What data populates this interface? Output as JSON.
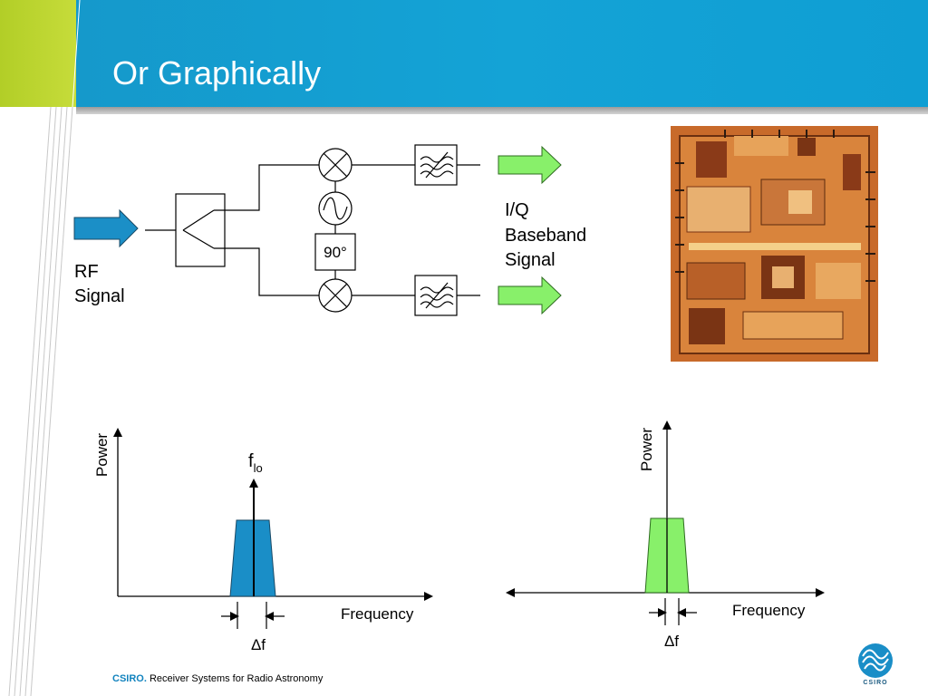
{
  "slide": {
    "title": "Or Graphically",
    "footer_brand": "CSIRO.",
    "footer_text": "Receiver Systems for Radio Astronomy",
    "logo_text": "CSIRO"
  },
  "diagram": {
    "input_label_1": "RF",
    "input_label_2": "Signal",
    "output_label_1": "I/Q",
    "output_label_2": "Baseband",
    "output_label_3": "Signal",
    "phase_shift": "90°"
  },
  "plots": {
    "left": {
      "ylabel": "Power",
      "xlabel": "Frequency",
      "marker_label": "f",
      "marker_sub": "lo",
      "width_label": "Δf"
    },
    "right": {
      "ylabel": "Power",
      "xlabel": "Frequency",
      "width_label": "Δf"
    }
  },
  "colors": {
    "rf_arrow": "#1b8fc7",
    "iq_arrow": "#88f06a",
    "header": "#14a3d6",
    "accent": "#b2ce27"
  }
}
